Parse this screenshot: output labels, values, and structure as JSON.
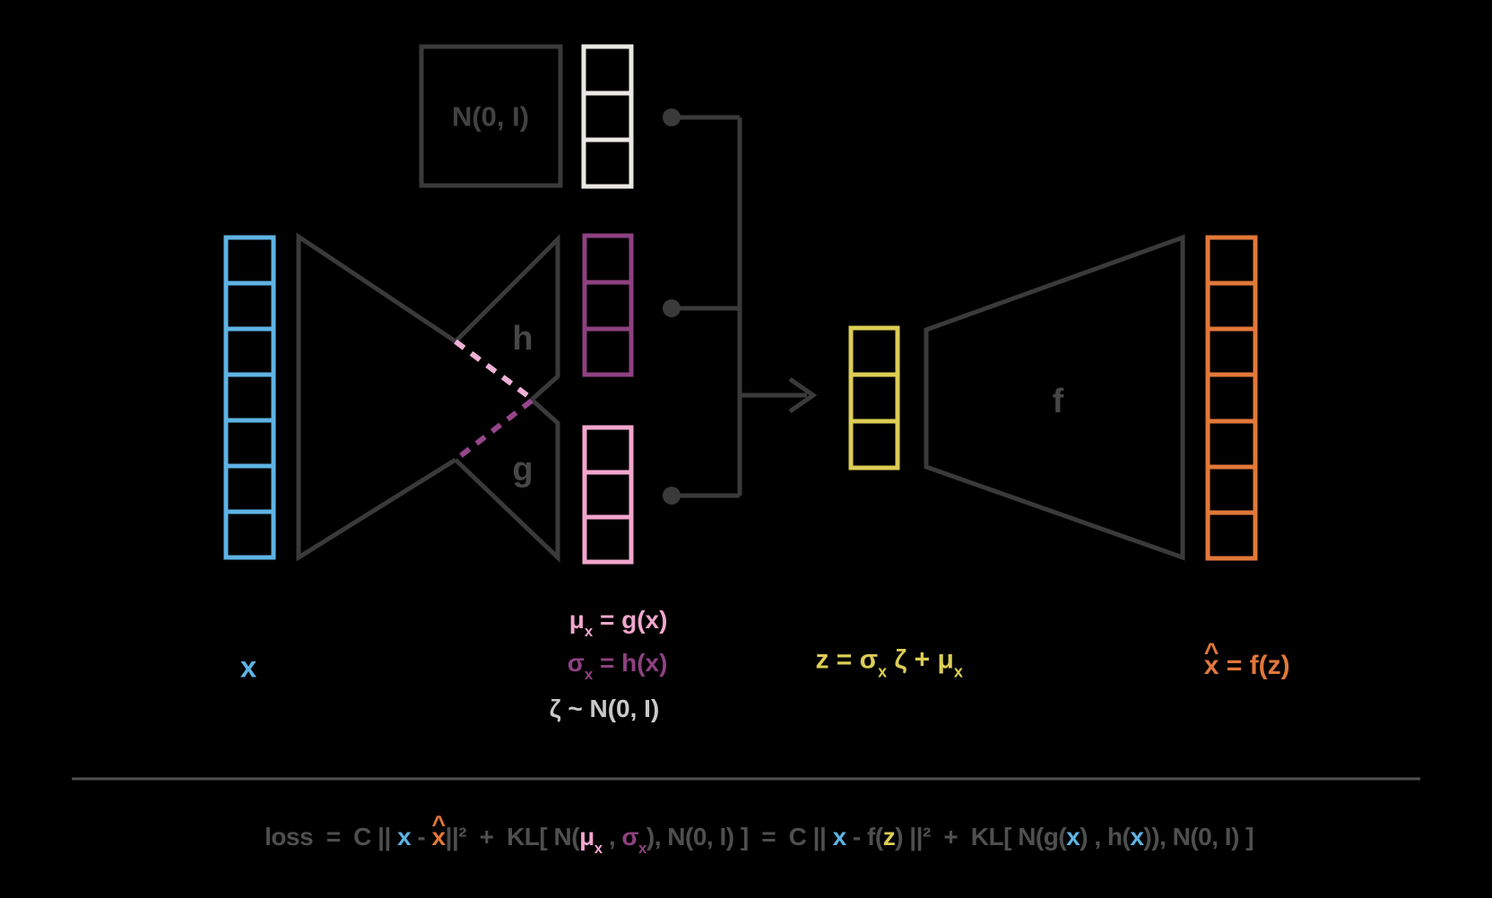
{
  "colors": {
    "background": "#000000",
    "shape_line": "#3a3a3a",
    "label_gray": "#474747",
    "box_text_gray": "#424242",
    "formula_gray": "#4f4f4f",
    "light_gray": "#c9c9c9",
    "white_vector": "#e9e8e4",
    "blue": "#5eb3e4",
    "purple": "#8e4181",
    "purple_dash": "#96458a",
    "pink": "#f2a6ce",
    "pink_dash": "#eeb1d5",
    "yellow": "#dccd55",
    "orange": "#e2783a"
  },
  "diagram": {
    "noise_box": {
      "label": "N(0, I)"
    },
    "encoder": {
      "h_label": "h",
      "g_label": "g"
    },
    "decoder": {
      "f_label": "f"
    },
    "vectors": {
      "input_cells": 7,
      "noise_sample_cells": 3,
      "sigma_cells": 3,
      "mu_cells": 3,
      "z_cells": 3,
      "output_cells": 7
    }
  },
  "labels": {
    "input": "x",
    "mu": {
      "base": "μ",
      "sub": "x",
      "rest": " = g(x)"
    },
    "sigma": {
      "base": "σ",
      "sub": "x",
      "rest": " = h(x)"
    },
    "zeta": "ζ ~ N(0, I)",
    "z": {
      "p1": "z = σ",
      "s1": "x",
      "p2": " ζ + μ",
      "s2": "x"
    },
    "xhat": {
      "hat": "^",
      "x": "x",
      "rest": " = f(z)"
    }
  },
  "loss": {
    "t01": "loss",
    "t02": "  =  ",
    "t03": "C || ",
    "t04": "x",
    "t05": " - ",
    "hat": "^",
    "t06": "x",
    "t07": "||²",
    "t08": "  +  ",
    "t09": "KL[ N(",
    "t10": "μ",
    "t10s": "x",
    "t11": " , ",
    "t12": "σ",
    "t12s": "x",
    "t13": "), N(0, I) ]",
    "t14": "  =  ",
    "t15": "C || ",
    "t16": "x",
    "t17": " - f(",
    "t18": "z",
    "t19": ") ||²",
    "t20": "  +  ",
    "t21": "KL[ N(g(",
    "t22": "x",
    "t23": ") , h(",
    "t24": "x",
    "t25": ")), N(0, I) ]"
  }
}
